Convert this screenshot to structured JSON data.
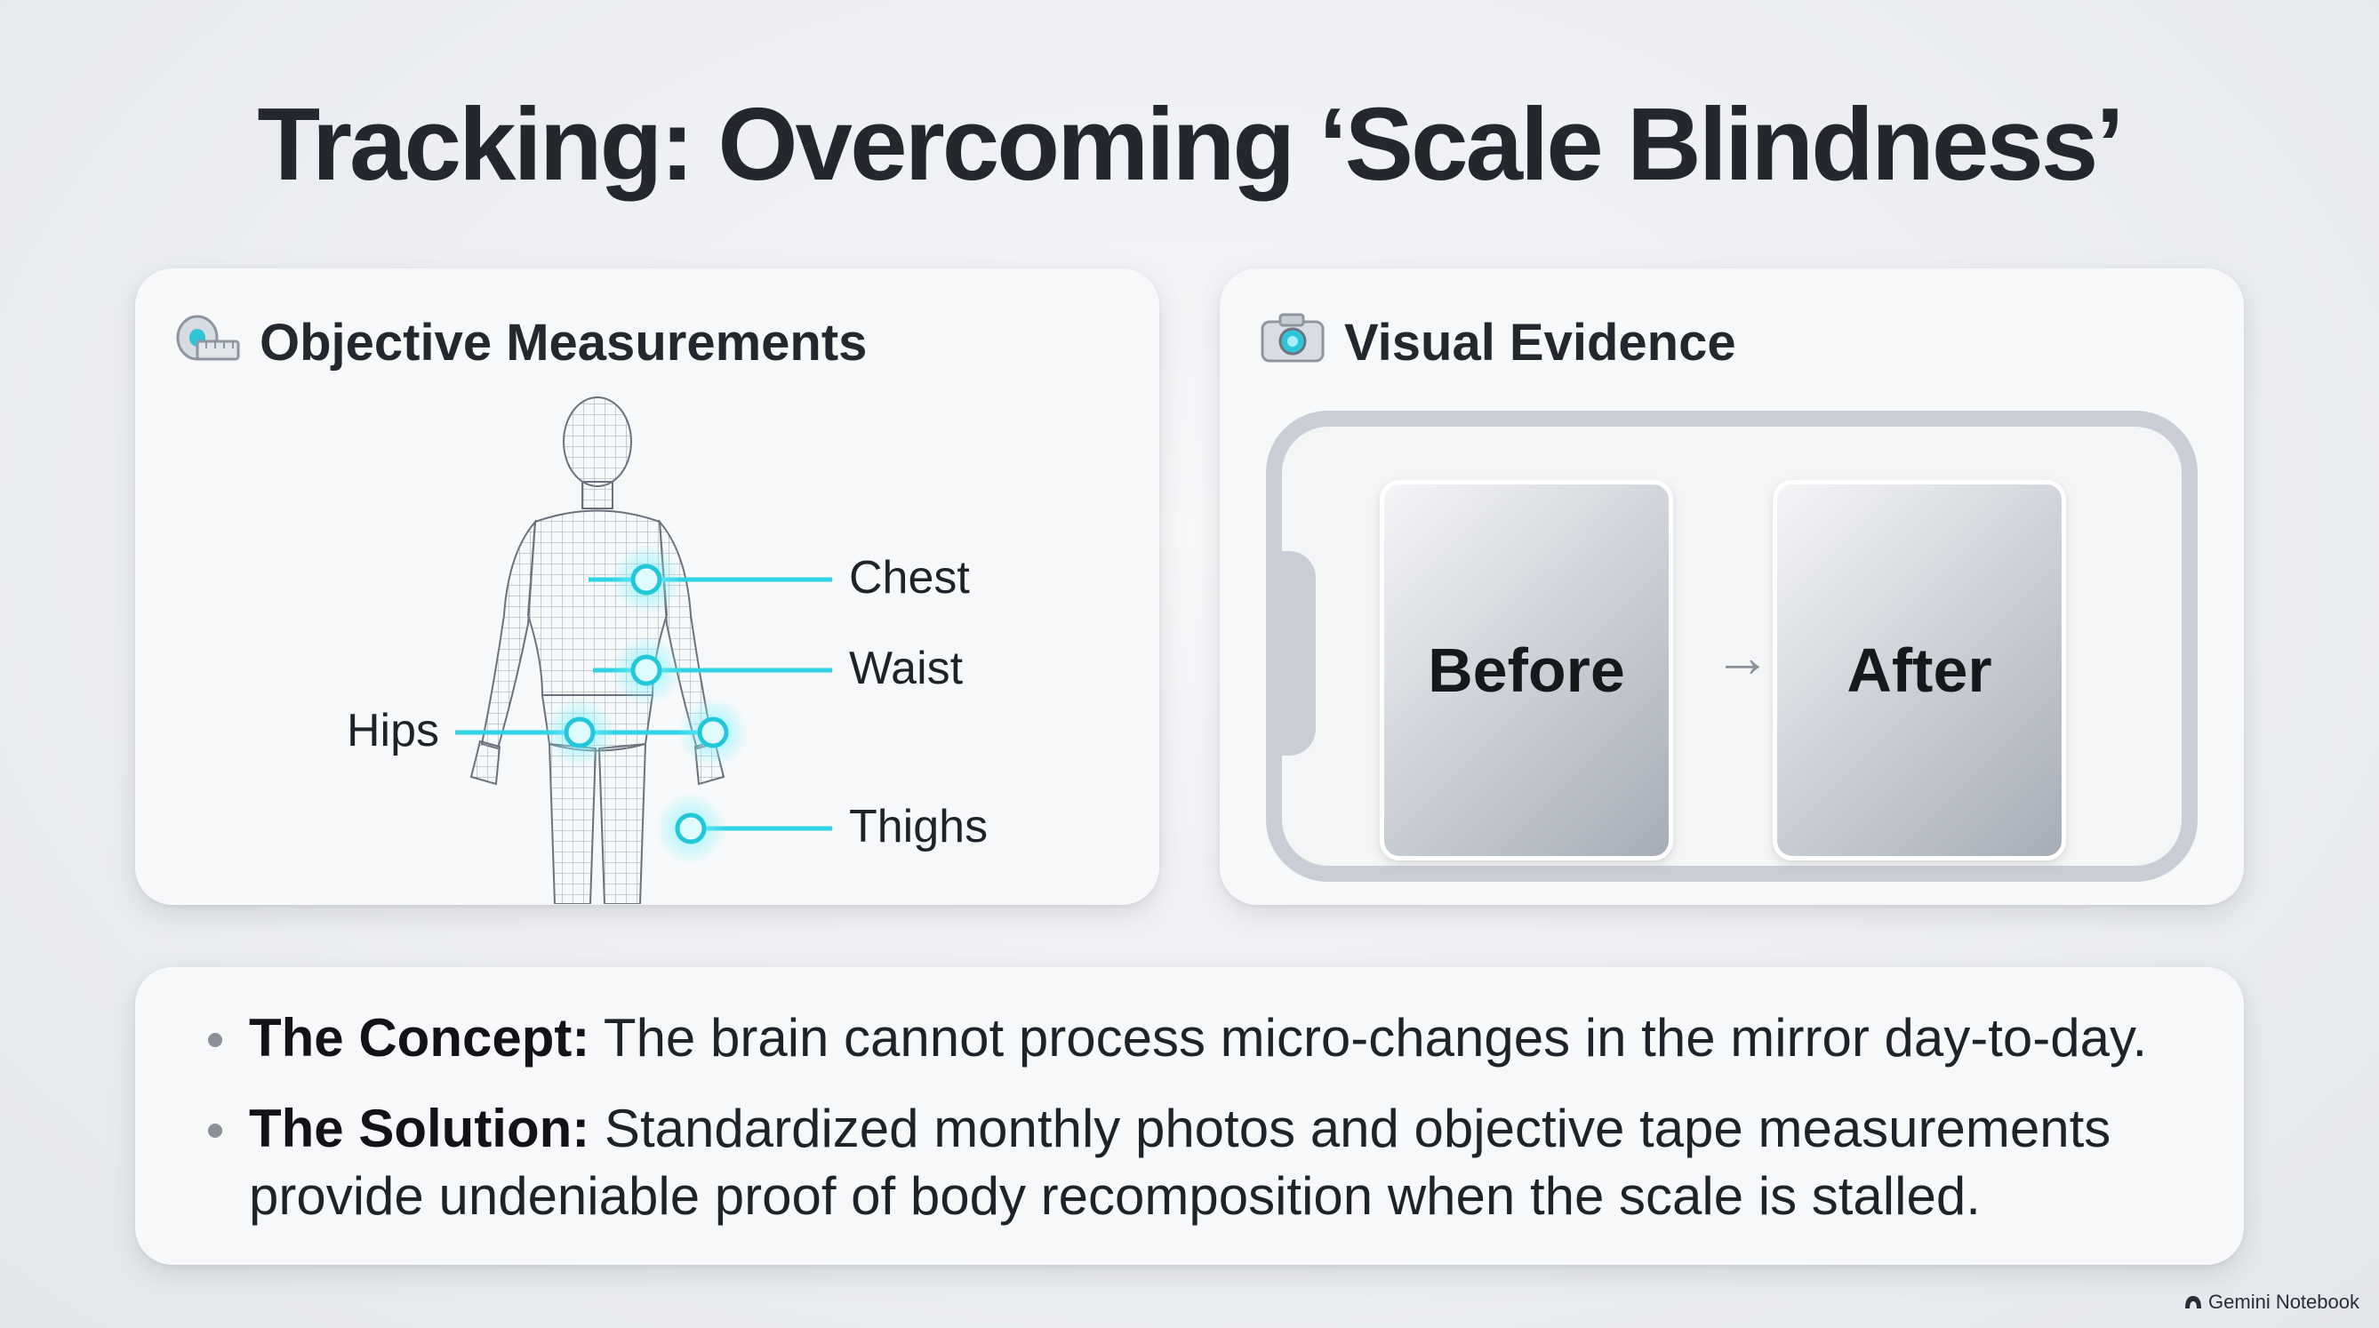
{
  "title": "Tracking: Overcoming ‘Scale Blindness’",
  "left_card": {
    "title": "Objective Measurements",
    "icon": "tape-measure-icon",
    "labels": {
      "chest": "Chest",
      "waist": "Waist",
      "hips": "Hips",
      "thighs": "Thighs"
    },
    "accent_color": "#2fd3e3"
  },
  "right_card": {
    "title": "Visual Evidence",
    "icon": "camera-icon",
    "before_label": "Before",
    "after_label": "After",
    "arrow": "→"
  },
  "bullets": [
    {
      "lead": "The Concept:",
      "text": " The brain cannot process micro-changes in the mirror day-to-day."
    },
    {
      "lead": "The Solution:",
      "text": " Standardized monthly photos and objective tape measurements provide undeniable proof of body recomposition when the scale is stalled."
    }
  ],
  "watermark": "Gemini Notebook"
}
